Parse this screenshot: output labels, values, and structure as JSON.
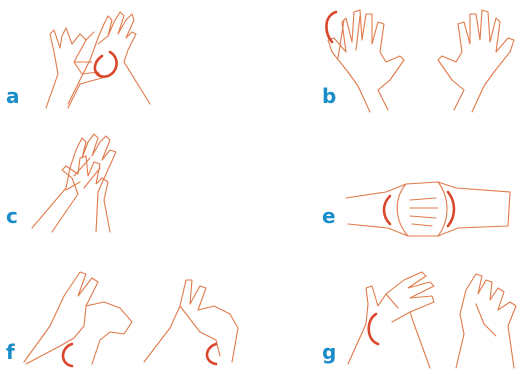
{
  "colors": {
    "outline": "#e07a4a",
    "motion": "#d9462b",
    "label": "#1a8cc7"
  },
  "panels": [
    {
      "label": "a",
      "icon": "hands-palm-to-palm-icon"
    },
    {
      "label": "b",
      "icon": "hands-back-of-hand-icon"
    },
    {
      "label": "c",
      "icon": "hands-interlaced-fingers-icon"
    },
    {
      "label": "e",
      "icon": "hands-clasped-rotation-icon"
    },
    {
      "label": "f",
      "icon": "hands-thumb-rotation-icon"
    },
    {
      "label": "g",
      "icon": "hands-fingertips-rotation-icon"
    }
  ]
}
